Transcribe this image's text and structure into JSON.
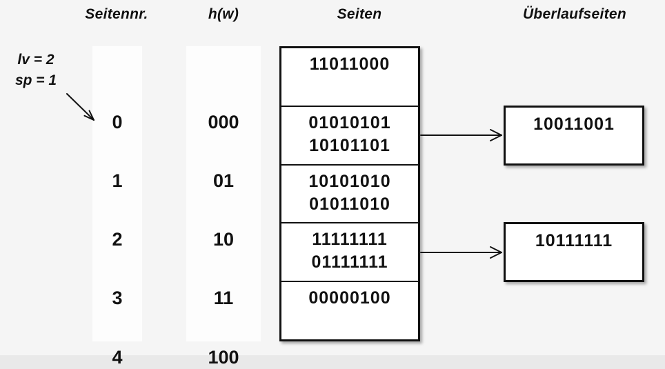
{
  "colors": {
    "background": "#f5f5f5",
    "box_fill": "#ffffff",
    "column_fill": "#fdfdfd",
    "border": "#111111",
    "text": "#111111"
  },
  "headers": {
    "page_number": "Seitennr.",
    "hash_function": "h(w)",
    "pages": "Seiten",
    "overflow_pages": "Überlaufseiten"
  },
  "annotation": {
    "line1": "lv = 2",
    "line2": "sp = 1"
  },
  "page_numbers": [
    "0",
    "1",
    "2",
    "3",
    "4"
  ],
  "hash_values": [
    "000",
    "01",
    "10",
    "11",
    "100"
  ],
  "pages": {
    "rows": [
      {
        "lines": [
          "11011000"
        ]
      },
      {
        "lines": [
          "01010101",
          "10101101"
        ]
      },
      {
        "lines": [
          "10101010",
          "01011010"
        ]
      },
      {
        "lines": [
          "11111111",
          "01111111"
        ]
      },
      {
        "lines": [
          "00000100"
        ]
      }
    ]
  },
  "overflow_pages": [
    {
      "value": "10011001",
      "linked_row": "1"
    },
    {
      "value": "10111111",
      "linked_row": "3"
    }
  ]
}
